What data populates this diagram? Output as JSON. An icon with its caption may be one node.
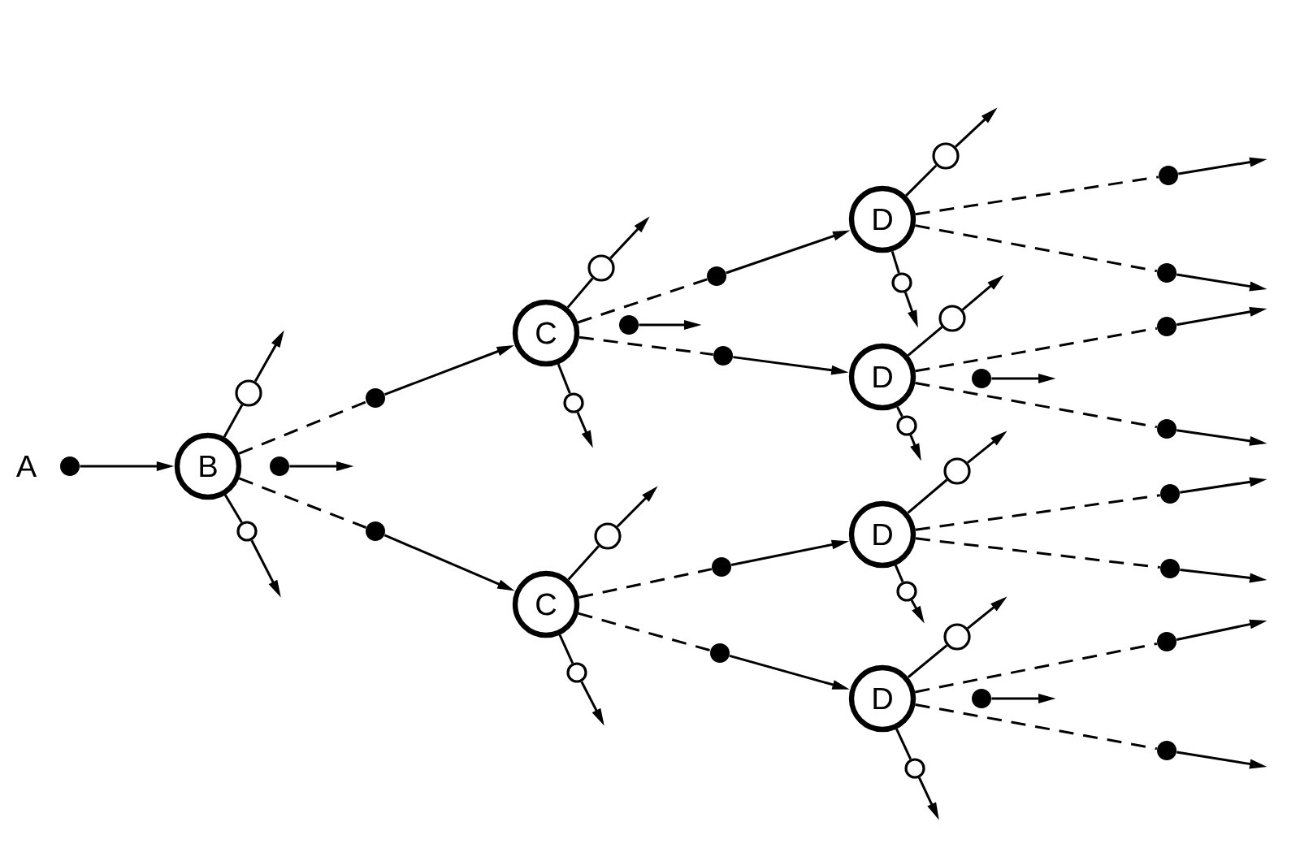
{
  "diagram": {
    "nodes": [
      {
        "text": [],
        "shape": "dot",
        "beside": [
          "A"
        ]
      },
      {
        "text": [
          "B"
        ]
      },
      {
        "text": [],
        "shape": "circle"
      },
      {
        "text": [],
        "shape": "circle"
      },
      {
        "text": [],
        "shape": "dot"
      },
      {
        "text": [],
        "shape": "dot"
      },
      {
        "text": [],
        "shape": "dot"
      },
      {
        "text": [
          "C"
        ]
      },
      {
        "text": [
          "C"
        ]
      },
      {
        "text": [],
        "shape": "circle"
      },
      {
        "text": [],
        "shape": "circle"
      },
      {
        "text": [],
        "shape": "dot"
      },
      {
        "text": [],
        "shape": "dot"
      },
      {
        "text": [],
        "shape": "dot"
      },
      {
        "text": [],
        "shape": "circle"
      },
      {
        "text": [],
        "shape": "circle"
      },
      {
        "text": [],
        "shape": "dot"
      },
      {
        "text": [],
        "shape": "dot"
      },
      {
        "text": [
          "D"
        ]
      },
      {
        "text": [
          "D"
        ]
      },
      {
        "text": [
          "D"
        ]
      },
      {
        "text": [
          "D"
        ]
      },
      {
        "text": [],
        "shape": "circle"
      },
      {
        "text": [],
        "shape": "circle"
      },
      {
        "text": [],
        "shape": "dot"
      },
      {
        "text": [],
        "shape": "dot"
      },
      {
        "text": [],
        "shape": "circle"
      },
      {
        "text": [],
        "shape": "circle"
      },
      {
        "text": [],
        "shape": "dot"
      },
      {
        "text": [],
        "shape": "dot"
      },
      {
        "text": [],
        "shape": "dot"
      },
      {
        "text": [],
        "shape": "circle"
      },
      {
        "text": [],
        "shape": "circle"
      },
      {
        "text": [],
        "shape": "dot"
      },
      {
        "text": [],
        "shape": "dot"
      },
      {
        "text": [],
        "shape": "circle"
      },
      {
        "text": [],
        "shape": "circle"
      },
      {
        "text": [],
        "shape": "dot"
      },
      {
        "text": [],
        "shape": "dot"
      },
      {
        "text": [],
        "shape": "dot"
      }
    ],
    "edges": [
      {
        "from": 0,
        "to": 1,
        "arrow": "to"
      },
      {
        "from": 1,
        "to": 2,
        "arrow": "none"
      },
      {
        "from": 2,
        "to": null,
        "arrow": "to"
      },
      {
        "from": 1,
        "to": 3,
        "arrow": "none"
      },
      {
        "from": 3,
        "to": null,
        "arrow": "to"
      },
      {
        "from": 4,
        "to": null,
        "arrow": "to"
      },
      {
        "from": 1,
        "to": 5,
        "arrow": "none",
        "style": "dashed"
      },
      {
        "from": 5,
        "to": 7,
        "arrow": "to"
      },
      {
        "from": 1,
        "to": 6,
        "arrow": "none",
        "style": "dashed"
      },
      {
        "from": 6,
        "to": 8,
        "arrow": "to"
      },
      {
        "from": 7,
        "to": 9,
        "arrow": "none"
      },
      {
        "from": 9,
        "to": null,
        "arrow": "to"
      },
      {
        "from": 7,
        "to": 10,
        "arrow": "none"
      },
      {
        "from": 10,
        "to": null,
        "arrow": "to"
      },
      {
        "from": 11,
        "to": null,
        "arrow": "to"
      },
      {
        "from": 7,
        "to": 12,
        "arrow": "none",
        "style": "dashed"
      },
      {
        "from": 12,
        "to": 18,
        "arrow": "to"
      },
      {
        "from": 7,
        "to": 13,
        "arrow": "none",
        "style": "dashed"
      },
      {
        "from": 13,
        "to": 19,
        "arrow": "to"
      },
      {
        "from": 8,
        "to": 14,
        "arrow": "none"
      },
      {
        "from": 14,
        "to": null,
        "arrow": "to"
      },
      {
        "from": 8,
        "to": 15,
        "arrow": "none"
      },
      {
        "from": 15,
        "to": null,
        "arrow": "to"
      },
      {
        "from": 8,
        "to": 16,
        "arrow": "none",
        "style": "dashed"
      },
      {
        "from": 16,
        "to": 20,
        "arrow": "to"
      },
      {
        "from": 8,
        "to": 17,
        "arrow": "none",
        "style": "dashed"
      },
      {
        "from": 17,
        "to": 21,
        "arrow": "to"
      },
      {
        "from": 18,
        "to": 22,
        "arrow": "none"
      },
      {
        "from": 22,
        "to": null,
        "arrow": "to"
      },
      {
        "from": 18,
        "to": 23,
        "arrow": "none"
      },
      {
        "from": 23,
        "to": null,
        "arrow": "to"
      },
      {
        "from": 18,
        "to": 24,
        "arrow": "none",
        "style": "dashed"
      },
      {
        "from": 24,
        "to": null,
        "arrow": "to"
      },
      {
        "from": 18,
        "to": 25,
        "arrow": "none",
        "style": "dashed"
      },
      {
        "from": 25,
        "to": null,
        "arrow": "to"
      },
      {
        "from": 19,
        "to": 26,
        "arrow": "none"
      },
      {
        "from": 26,
        "to": null,
        "arrow": "to"
      },
      {
        "from": 19,
        "to": 27,
        "arrow": "none"
      },
      {
        "from": 27,
        "to": null,
        "arrow": "to"
      },
      {
        "from": 28,
        "to": null,
        "arrow": "to"
      },
      {
        "from": 19,
        "to": 29,
        "arrow": "none",
        "style": "dashed"
      },
      {
        "from": 29,
        "to": null,
        "arrow": "to"
      },
      {
        "from": 19,
        "to": 30,
        "arrow": "none",
        "style": "dashed"
      },
      {
        "from": 30,
        "to": null,
        "arrow": "to"
      },
      {
        "from": 20,
        "to": 31,
        "arrow": "none"
      },
      {
        "from": 31,
        "to": null,
        "arrow": "to"
      },
      {
        "from": 20,
        "to": 32,
        "arrow": "none"
      },
      {
        "from": 32,
        "to": null,
        "arrow": "to"
      },
      {
        "from": 20,
        "to": 33,
        "arrow": "none",
        "style": "dashed"
      },
      {
        "from": 33,
        "to": null,
        "arrow": "to"
      },
      {
        "from": 20,
        "to": 34,
        "arrow": "none",
        "style": "dashed"
      },
      {
        "from": 34,
        "to": null,
        "arrow": "to"
      },
      {
        "from": 21,
        "to": 35,
        "arrow": "none"
      },
      {
        "from": 35,
        "to": null,
        "arrow": "to"
      },
      {
        "from": 21,
        "to": 36,
        "arrow": "none"
      },
      {
        "from": 36,
        "to": null,
        "arrow": "to"
      },
      {
        "from": 37,
        "to": null,
        "arrow": "to"
      },
      {
        "from": 21,
        "to": 38,
        "arrow": "none",
        "style": "dashed"
      },
      {
        "from": 38,
        "to": null,
        "arrow": "to"
      },
      {
        "from": 21,
        "to": 39,
        "arrow": "none",
        "style": "dashed"
      },
      {
        "from": 39,
        "to": null,
        "arrow": "to"
      }
    ]
  }
}
